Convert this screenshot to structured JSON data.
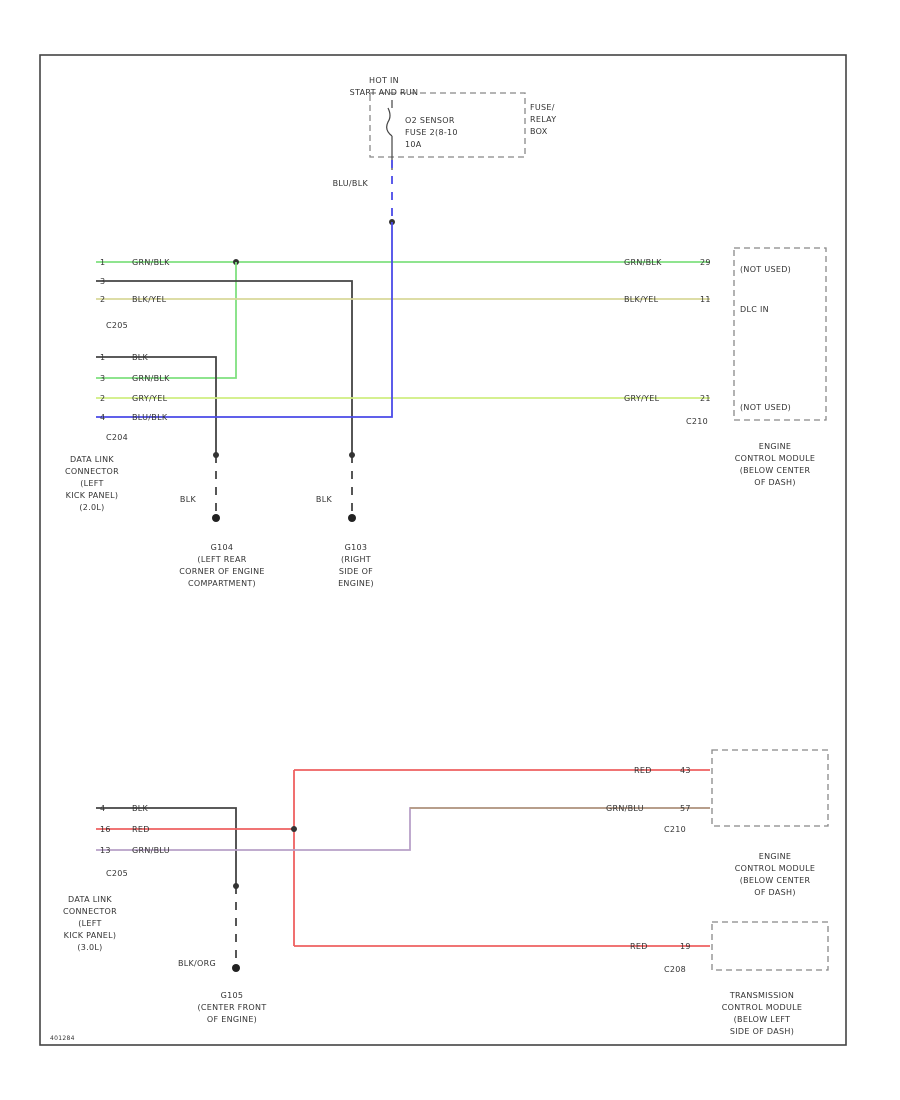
{
  "relay_box": {
    "hot_in": "HOT IN",
    "start_run": "START AND RUN",
    "fuse_1": "O2 SENSOR",
    "fuse_2": "FUSE 2(8-10",
    "fuse_3": "10A",
    "box_1": "FUSE/",
    "box_2": "RELAY",
    "box_3": "BOX"
  },
  "wires": {
    "blu_blk_feed": "BLU/BLK",
    "top_wire1": "GRN/BLK",
    "top_wire3": "BLK/YEL",
    "bot_c204_1": "BLK",
    "bot_c204_2": "GRN/BLK",
    "bot_c204_3": "GRY/YEL",
    "bot_c204_4": "BLU/BLK",
    "ecm_left_1": "GRN/BLK",
    "ecm_left_2": "BLK/YEL",
    "ecm_left_3": "GRY/YEL",
    "gnd1_wire": "BLK",
    "gnd2_wire": "BLK",
    "dlc2_1": "BLK",
    "dlc2_2": "RED",
    "dlc2_3": "GRN/BLU",
    "ecm2_1": "RED",
    "ecm2_2": "GRN/BLU",
    "tcm_wire": "RED",
    "gnd3_wire": "BLK/ORG"
  },
  "pins": {
    "c205_p1": "1",
    "c205_p3": "3",
    "c205_p2": "2",
    "c204_p1": "1",
    "c204_p2": "3",
    "c204_p3": "2",
    "c204_p4": "4",
    "ecm_p1": "29",
    "ecm_p2": "11",
    "ecm_p3": "21",
    "dlc2_p1": "4",
    "dlc2_p2": "16",
    "dlc2_p3": "13",
    "ecm2_p1": "43",
    "ecm2_p2": "57",
    "tcm_p": "19"
  },
  "connectors": {
    "c205": "C205",
    "c204": "C204",
    "c210": "C210",
    "c205b": "C205",
    "c210b": "C210",
    "c208": "C208"
  },
  "ecm_top": {
    "pin1": "(NOT USED)",
    "pin2": "DLC IN",
    "pin3": "(NOT USED)",
    "title_1": "ENGINE",
    "title_2": "CONTROL MODULE",
    "title_3": "(BELOW CENTER",
    "title_4": "OF DASH)"
  },
  "dlc_top": {
    "l1": "DATA LINK",
    "l2": "CONNECTOR",
    "l3": "(LEFT",
    "l4": "KICK PANEL)",
    "l5": "(2.0L)"
  },
  "grounds": {
    "g104_1": "G104",
    "g104_2": "(LEFT REAR",
    "g104_3": "CORNER OF ENGINE",
    "g104_4": "COMPARTMENT)",
    "g103_1": "G103",
    "g103_2": "(RIGHT",
    "g103_3": "SIDE OF",
    "g103_4": "ENGINE)",
    "g105_1": "G105",
    "g105_2": "(CENTER FRONT",
    "g105_3": "OF ENGINE)"
  },
  "dlc_bottom": {
    "l1": "DATA LINK",
    "l2": "CONNECTOR",
    "l3": "(LEFT",
    "l4": "KICK PANEL)",
    "l5": "(3.0L)"
  },
  "ecm_bottom": {
    "title_1": "ENGINE",
    "title_2": "CONTROL MODULE",
    "title_3": "(BELOW CENTER",
    "title_4": "OF DASH)"
  },
  "tcm": {
    "title_1": "TRANSMISSION",
    "title_2": "CONTROL MODULE",
    "title_3": "(BELOW LEFT",
    "title_4": "SIDE OF DASH)"
  },
  "footer": {
    "code": "401284"
  },
  "colors": {
    "green": "#7fe07f",
    "yellow": "#d8d89a",
    "yellow_green": "#cfee80",
    "blue": "#4a4ae8",
    "red": "#ee6060",
    "brown": "#b49a80",
    "purple": "#b8a0c8",
    "black": "#444444"
  }
}
